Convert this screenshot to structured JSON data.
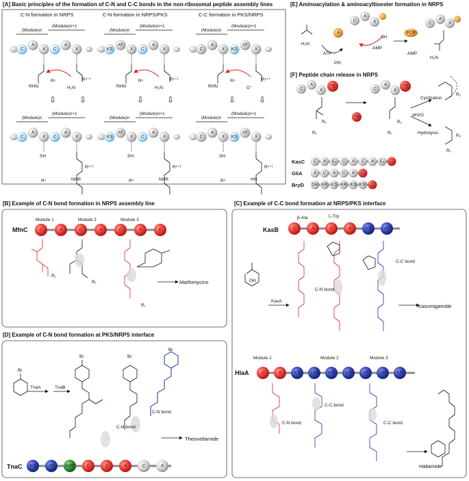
{
  "panelA": {
    "header": "[A]  Basic principles of the formation of C-N and C-C bonds in the non-ribosomal peptide assembly lines",
    "col1": "C-N formation in NRPS",
    "col2": "C-N formation in NRPS/PKS",
    "col3": "C-C formation in PKS/NRPS",
    "module_n": "(Module)n",
    "module_n1": "(Module)n+1",
    "dom_c": "C",
    "dom_a": "A",
    "dom_x": "X",
    "dom_ks": "KS",
    "dom_at": "AT",
    "rn": "Rⁿ",
    "rn1": "Rⁿ⁺¹",
    "rhn": "RHN",
    "sh": "SH",
    "nhr": "NHR",
    "hn": "HN",
    "h2n": "H₂N",
    "o_minus": "O⁻",
    "arrow_down": "⇩"
  },
  "panelB": {
    "header": "[B]  Example of C-N bond formation in NRPS assembly line",
    "enzyme": "MfnC",
    "modules": [
      "Module 1",
      "Module 2",
      "Module 3"
    ],
    "domains": [
      "C",
      "A",
      "C",
      "A",
      "C",
      "A",
      "E"
    ],
    "product": "Marfomycins",
    "r1": "R₁"
  },
  "panelC": {
    "header": "[C]  Example of C-C bond formation at NRPS/PKS interface",
    "enzyme1": "KasB",
    "aa1": "β-Ala",
    "aa2": "L-Trp",
    "domains1": [
      "C",
      "A",
      "C",
      "A",
      "KS",
      "AT"
    ],
    "cn": "C-N bond",
    "cc": "C-C bond",
    "enzymeKasA": "KasA",
    "product1": "Kasumigamide",
    "enzyme2": "HlaA",
    "modules2": [
      "Module 1",
      "Module 2",
      "Module 3"
    ],
    "domains2": [
      "C",
      "A",
      "KS",
      "DH",
      "KR",
      "KS",
      "AT",
      "DH",
      "KR"
    ],
    "cn2": "C-N bond",
    "cc2a": "C-C bond",
    "cc2b": "C-C bond",
    "product2": "Haliamide",
    "oh": "OH"
  },
  "panelD": {
    "header": "[D]  Example of C-N bond formation at PKS/NRPS interface",
    "enzyme": "TnaC",
    "tnaA": "TnaA",
    "tnaB": "TnaB",
    "domains": [
      "KS",
      "AT",
      "AMT",
      "C",
      "C",
      "A",
      "C",
      "A"
    ],
    "cn1": "C-N bond",
    "cn2": "C-N bond",
    "product": "Theonellamide",
    "br": "Br"
  },
  "panelE": {
    "header": "[E]  Aminoacylation & aminoacyltioester formation in NRPS",
    "atp": "ATP",
    "ppi": "PPi",
    "amp": "AMP",
    "amp2": "AMP",
    "pcp": "PCP",
    "dom_a": "A",
    "dom_c": "C",
    "dom_x": "X",
    "sh": "SH"
  },
  "panelF": {
    "header": "[F]  Peptide chain release in NRPS",
    "te": "TE",
    "cyclization": "Cyclization",
    "dh2o": "dH2O",
    "hydrolysis": "Hydrolysis",
    "r1": "R₁",
    "r2": "R₂",
    "rows": [
      {
        "label": "KasC",
        "domains": [
          "C",
          "A",
          "E₁",
          "C",
          "A",
          "C",
          "A",
          "E₂",
          "Cₜ"
        ]
      },
      {
        "label": "GliA",
        "domains": [
          "A",
          "C",
          "A",
          "C",
          "A",
          "Cₜ"
        ]
      },
      {
        "label": "BryD",
        "domains": [
          "DH",
          "KR",
          "KS",
          "KR",
          "KS",
          "KSᶜ",
          "C"
        ]
      }
    ]
  },
  "colors": {
    "red": "#e8332e",
    "blue": "#2a3cb0",
    "lightblue": "#4ea6d8",
    "grey": "#c8c8c8",
    "green": "#2e8b2e",
    "orange": "#f2a23a",
    "pink_shade": "#d9d9d9"
  }
}
